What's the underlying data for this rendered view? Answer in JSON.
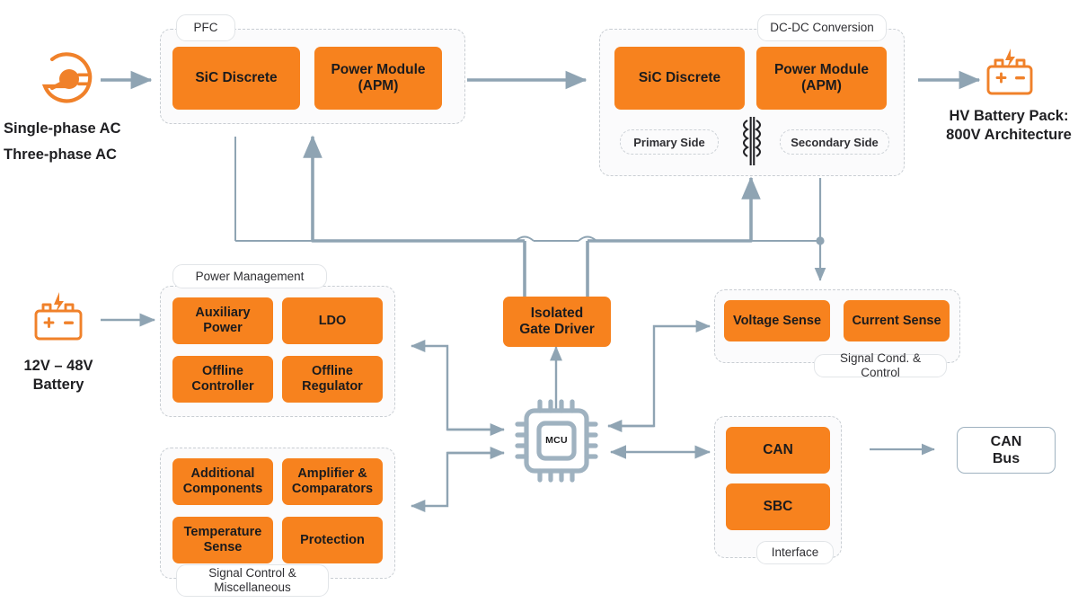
{
  "meta": {
    "title": "EV On-Board Charger / DC-DC Power System Block Diagram",
    "accent_orange": "#f7821e",
    "wire_color": "#8fa4b3",
    "wire_color_thin": "#aabbc7",
    "group_border": "#c9ced3",
    "text_color": "#1f1f22"
  },
  "sources": {
    "ac_input": {
      "icon": "ac-plug-icon",
      "line1": "Single-phase AC",
      "line2": "Three-phase AC"
    },
    "lv_battery": {
      "icon": "battery-icon",
      "line1": "12V – 48V",
      "line2": "Battery"
    }
  },
  "outputs": {
    "hv_battery": {
      "icon": "battery-icon",
      "line1": "HV Battery Pack:",
      "line2": "800V Architecture"
    },
    "can_bus": {
      "label": "CAN\nBus",
      "line1": "CAN",
      "line2": "Bus"
    }
  },
  "groups": {
    "pfc": {
      "title": "PFC",
      "blocks": [
        {
          "label": "SiC Discrete"
        },
        {
          "label": "Power Module\n(APM)",
          "line1": "Power Module",
          "line2": "(APM)"
        }
      ]
    },
    "dcdc": {
      "title": "DC-DC Conversion",
      "blocks": [
        {
          "label": "SiC Discrete"
        },
        {
          "label": "Power Module\n(APM)",
          "line1": "Power Module",
          "line2": "(APM)"
        }
      ],
      "sides": [
        {
          "label": "Primary Side"
        },
        {
          "label": "Secondary Side"
        }
      ],
      "transformer_icon": "transformer-icon"
    },
    "power_management": {
      "title": "Power Management",
      "blocks": [
        {
          "line1": "Auxiliary",
          "line2": "Power"
        },
        {
          "line1": "LDO",
          "line2": ""
        },
        {
          "line1": "Offline",
          "line2": "Controller"
        },
        {
          "line1": "Offline",
          "line2": "Regulator"
        }
      ]
    },
    "signal_control": {
      "title": "Signal Control &\nMiscellaneous",
      "title_line1": "Signal Control &",
      "title_line2": "Miscellaneous",
      "blocks": [
        {
          "line1": "Additional",
          "line2": "Components"
        },
        {
          "line1": "Amplifier &",
          "line2": "Comparators"
        },
        {
          "line1": "Temperature",
          "line2": "Sense"
        },
        {
          "line1": "Protection",
          "line2": ""
        }
      ]
    },
    "signal_cond": {
      "title": "Signal Cond. & Control",
      "blocks": [
        {
          "label": "Voltage Sense"
        },
        {
          "label": "Current Sense"
        }
      ]
    },
    "interface": {
      "title": "Interface",
      "blocks": [
        {
          "label": "CAN"
        },
        {
          "label": "SBC"
        }
      ]
    }
  },
  "standalone": {
    "gate_driver": {
      "line1": "Isolated",
      "line2": "Gate Driver"
    },
    "mcu": {
      "label": "MCU",
      "icon": "mcu-chip-icon"
    }
  }
}
